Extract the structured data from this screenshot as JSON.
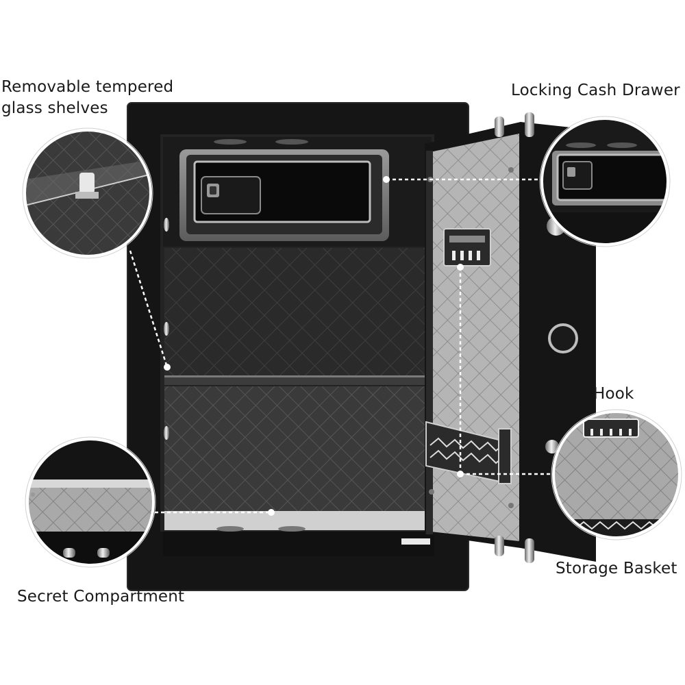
{
  "callouts": {
    "glass_shelves": {
      "line1": "Removable tempered",
      "line2": "glass shelves",
      "icon": "glass-shelf-clip-icon"
    },
    "cash_drawer": {
      "text": "Locking Cash Drawer",
      "icon": "fingerprint-drawer-icon"
    },
    "hook": {
      "text": "Hook"
    },
    "storage_basket": {
      "text": "Storage Basket",
      "icon": "hook-rail-icon"
    },
    "secret_compartment": {
      "text": "Secret Compartment",
      "icon": "hidden-compartment-icon"
    }
  },
  "colors": {
    "safe_body": "#141414",
    "interior": "#2b2b2b",
    "door_lining": "#b9b9b9",
    "leader_line": "#ffffff"
  }
}
